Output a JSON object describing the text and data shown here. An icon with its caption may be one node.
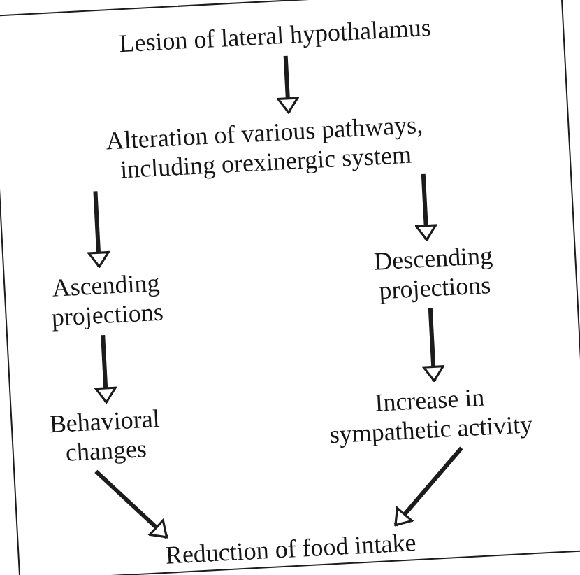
{
  "diagram": {
    "nodes": [
      {
        "text": [
          "Lesion of lateral hypothalamus"
        ]
      },
      {
        "text": [
          "Alteration of various pathways, including orexinergic system"
        ]
      },
      {
        "text": [
          "Ascending projections"
        ]
      },
      {
        "text": [
          "Descending projections"
        ]
      },
      {
        "text": [
          "Behavioral changes"
        ]
      },
      {
        "text": [
          "Increase in sympathetic activity"
        ]
      },
      {
        "text": [
          "Reduction of food intake"
        ]
      }
    ],
    "edges": [
      {
        "from": 0,
        "to": 1,
        "arrow": "to"
      },
      {
        "from": 1,
        "to": 2,
        "arrow": "to"
      },
      {
        "from": 1,
        "to": 3,
        "arrow": "to"
      },
      {
        "from": 2,
        "to": 4,
        "arrow": "to"
      },
      {
        "from": 3,
        "to": 5,
        "arrow": "to"
      },
      {
        "from": 4,
        "to": 6,
        "arrow": "to"
      },
      {
        "from": 5,
        "to": 6,
        "arrow": "to"
      }
    ]
  }
}
